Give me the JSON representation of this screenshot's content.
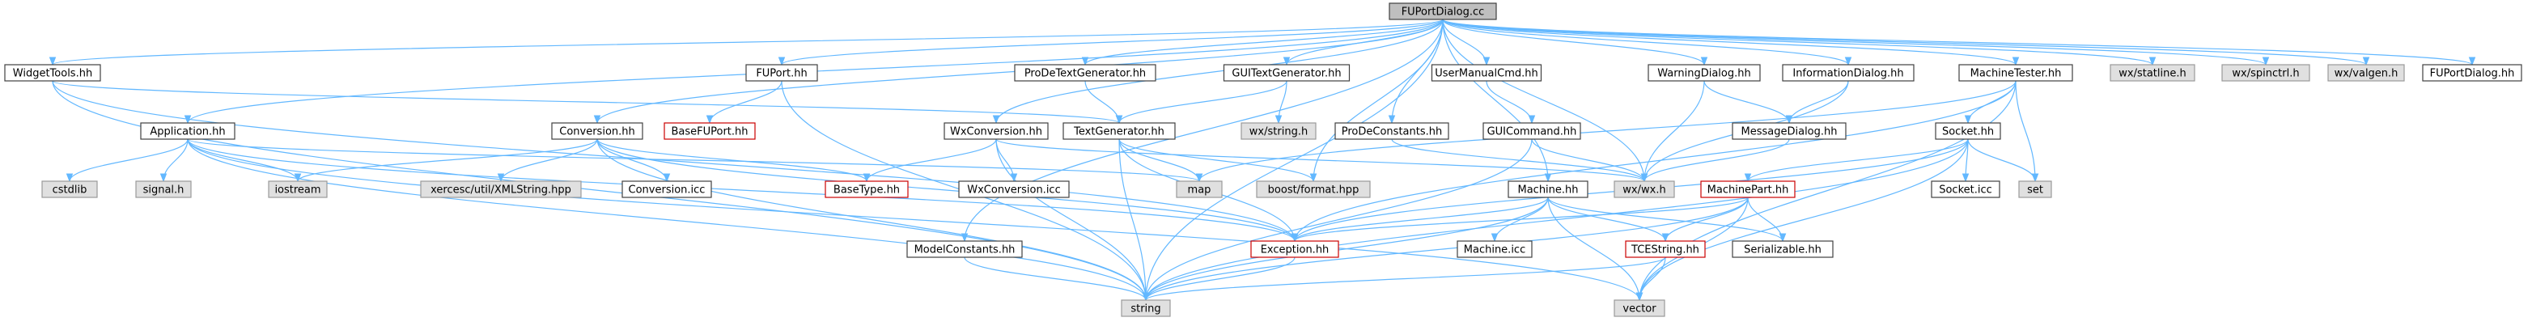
{
  "colors": {
    "edge": "#63b8ff",
    "root_fill": "#bfbfbf",
    "root_stroke": "#404040",
    "documented_stroke": "#404040",
    "documented_fill": "#ffffff",
    "external_fill": "#e0e0e0",
    "external_stroke": "#999999",
    "incomplete_stroke": "#cc0000"
  },
  "diagram": {
    "root": "root",
    "nodes": [
      {
        "id": "root",
        "label": "FUPortDialog.cc",
        "kind": "root"
      },
      {
        "id": "widgettools",
        "label": "WidgetTools.hh",
        "kind": "documented"
      },
      {
        "id": "application",
        "label": "Application.hh",
        "kind": "documented"
      },
      {
        "id": "fuport",
        "label": "FUPort.hh",
        "kind": "documented"
      },
      {
        "id": "prodetextgen",
        "label": "ProDeTextGenerator.hh",
        "kind": "documented"
      },
      {
        "id": "guitextgen",
        "label": "GUITextGenerator.hh",
        "kind": "documented"
      },
      {
        "id": "usermanual",
        "label": "UserManualCmd.hh",
        "kind": "documented"
      },
      {
        "id": "warningdialog",
        "label": "WarningDialog.hh",
        "kind": "documented"
      },
      {
        "id": "infodialog",
        "label": "InformationDialog.hh",
        "kind": "documented"
      },
      {
        "id": "machinetester",
        "label": "MachineTester.hh",
        "kind": "documented"
      },
      {
        "id": "wxstatline",
        "label": "wx/statline.h",
        "kind": "external"
      },
      {
        "id": "wxspinctrl",
        "label": "wx/spinctrl.h",
        "kind": "external"
      },
      {
        "id": "wxvalgen",
        "label": "wx/valgen.h",
        "kind": "external"
      },
      {
        "id": "fuportdialoghh",
        "label": "FUPortDialog.hh",
        "kind": "documented"
      },
      {
        "id": "conversionhh",
        "label": "Conversion.hh",
        "kind": "documented"
      },
      {
        "id": "basefuport",
        "label": "BaseFUPort.hh",
        "kind": "incomplete"
      },
      {
        "id": "textgen",
        "label": "TextGenerator.hh",
        "kind": "documented"
      },
      {
        "id": "wxstring",
        "label": "wx/string.h",
        "kind": "external"
      },
      {
        "id": "wxconversion",
        "label": "WxConversion.hh",
        "kind": "documented"
      },
      {
        "id": "prodeconstants",
        "label": "ProDeConstants.hh",
        "kind": "documented"
      },
      {
        "id": "guicommand",
        "label": "GUICommand.hh",
        "kind": "documented"
      },
      {
        "id": "messagedialog",
        "label": "MessageDialog.hh",
        "kind": "documented"
      },
      {
        "id": "sockethh",
        "label": "Socket.hh",
        "kind": "documented"
      },
      {
        "id": "cstdlib",
        "label": "cstdlib",
        "kind": "external"
      },
      {
        "id": "signalh",
        "label": "signal.h",
        "kind": "external"
      },
      {
        "id": "iostream",
        "label": "iostream",
        "kind": "external"
      },
      {
        "id": "xercesc",
        "label": "xercesc/util/XMLString.hpp",
        "kind": "external"
      },
      {
        "id": "conversionicc",
        "label": "Conversion.icc",
        "kind": "documented"
      },
      {
        "id": "basetype",
        "label": "BaseType.hh",
        "kind": "incomplete"
      },
      {
        "id": "wxconvicc",
        "label": "WxConversion.icc",
        "kind": "documented"
      },
      {
        "id": "map",
        "label": "map",
        "kind": "external"
      },
      {
        "id": "boostformat",
        "label": "boost/format.hpp",
        "kind": "external"
      },
      {
        "id": "wxwx",
        "label": "wx/wx.h",
        "kind": "external"
      },
      {
        "id": "machinepart",
        "label": "MachinePart.hh",
        "kind": "incomplete"
      },
      {
        "id": "socketicc",
        "label": "Socket.icc",
        "kind": "documented"
      },
      {
        "id": "set",
        "label": "set",
        "kind": "external"
      },
      {
        "id": "machinehh",
        "label": "Machine.hh",
        "kind": "documented"
      },
      {
        "id": "modelconstants",
        "label": "ModelConstants.hh",
        "kind": "documented"
      },
      {
        "id": "exception",
        "label": "Exception.hh",
        "kind": "incomplete"
      },
      {
        "id": "machineicc",
        "label": "Machine.icc",
        "kind": "documented"
      },
      {
        "id": "tcestring",
        "label": "TCEString.hh",
        "kind": "incomplete"
      },
      {
        "id": "serializable",
        "label": "Serializable.hh",
        "kind": "documented"
      },
      {
        "id": "string",
        "label": "string",
        "kind": "external"
      },
      {
        "id": "vector",
        "label": "vector",
        "kind": "external"
      }
    ],
    "edges": [
      [
        "root",
        "widgettools"
      ],
      [
        "root",
        "application"
      ],
      [
        "root",
        "fuport"
      ],
      [
        "root",
        "prodetextgen"
      ],
      [
        "root",
        "guitextgen"
      ],
      [
        "root",
        "usermanual"
      ],
      [
        "root",
        "warningdialog"
      ],
      [
        "root",
        "infodialog"
      ],
      [
        "root",
        "machinetester"
      ],
      [
        "root",
        "wxstatline"
      ],
      [
        "root",
        "wxspinctrl"
      ],
      [
        "root",
        "wxvalgen"
      ],
      [
        "root",
        "fuportdialoghh"
      ],
      [
        "root",
        "conversionhh"
      ],
      [
        "root",
        "wxconversion"
      ],
      [
        "root",
        "prodeconstants"
      ],
      [
        "root",
        "modelconstants"
      ],
      [
        "root",
        "machinehh"
      ],
      [
        "root",
        "wxwx"
      ],
      [
        "root",
        "string"
      ],
      [
        "root",
        "boostformat"
      ],
      [
        "widgettools",
        "textgen"
      ],
      [
        "widgettools",
        "string"
      ],
      [
        "widgettools",
        "exception"
      ],
      [
        "application",
        "cstdlib"
      ],
      [
        "application",
        "signalh"
      ],
      [
        "application",
        "iostream"
      ],
      [
        "application",
        "map"
      ],
      [
        "application",
        "exception"
      ],
      [
        "application",
        "string"
      ],
      [
        "application",
        "vector"
      ],
      [
        "fuport",
        "basefuport"
      ],
      [
        "fuport",
        "string"
      ],
      [
        "prodetextgen",
        "textgen"
      ],
      [
        "guitextgen",
        "textgen"
      ],
      [
        "guitextgen",
        "wxstring"
      ],
      [
        "usermanual",
        "guicommand"
      ],
      [
        "warningdialog",
        "messagedialog"
      ],
      [
        "warningdialog",
        "wxwx"
      ],
      [
        "infodialog",
        "messagedialog"
      ],
      [
        "infodialog",
        "wxwx"
      ],
      [
        "machinetester",
        "sockethh"
      ],
      [
        "machinetester",
        "set"
      ],
      [
        "machinetester",
        "vector"
      ],
      [
        "machinetester",
        "exception"
      ],
      [
        "machinetester",
        "map"
      ],
      [
        "conversionhh",
        "iostream"
      ],
      [
        "conversionhh",
        "xercesc"
      ],
      [
        "conversionhh",
        "conversionicc"
      ],
      [
        "conversionhh",
        "basetype"
      ],
      [
        "conversionhh",
        "string"
      ],
      [
        "conversionhh",
        "exception"
      ],
      [
        "textgen",
        "map"
      ],
      [
        "textgen",
        "boostformat"
      ],
      [
        "textgen",
        "string"
      ],
      [
        "textgen",
        "exception"
      ],
      [
        "wxconversion",
        "basetype"
      ],
      [
        "wxconversion",
        "wxconvicc"
      ],
      [
        "wxconversion",
        "wxwx"
      ],
      [
        "wxconversion",
        "string"
      ],
      [
        "prodeconstants",
        "wxwx"
      ],
      [
        "guicommand",
        "wxwx"
      ],
      [
        "guicommand",
        "string"
      ],
      [
        "messagedialog",
        "wxwx"
      ],
      [
        "sockethh",
        "set"
      ],
      [
        "sockethh",
        "socketicc"
      ],
      [
        "sockethh",
        "machinepart"
      ],
      [
        "sockethh",
        "string"
      ],
      [
        "sockethh",
        "vector"
      ],
      [
        "sockethh",
        "exception"
      ],
      [
        "machinepart",
        "exception"
      ],
      [
        "machinepart",
        "serializable"
      ],
      [
        "machinepart",
        "tcestring"
      ],
      [
        "machinepart",
        "string"
      ],
      [
        "machinepart",
        "vector"
      ],
      [
        "machinehh",
        "exception"
      ],
      [
        "machinehh",
        "machineicc"
      ],
      [
        "machinehh",
        "tcestring"
      ],
      [
        "machinehh",
        "serializable"
      ],
      [
        "machinehh",
        "string"
      ],
      [
        "machinehh",
        "vector"
      ],
      [
        "modelconstants",
        "string"
      ],
      [
        "exception",
        "string"
      ],
      [
        "tcestring",
        "string"
      ],
      [
        "tcestring",
        "vector"
      ]
    ]
  }
}
